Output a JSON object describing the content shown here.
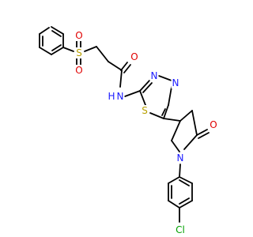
{
  "molecule": {
    "atoms": [
      {
        "id": "S_sulfonyl",
        "label": "S",
        "color": "#b8a000"
      },
      {
        "id": "O_sulfonyl_top",
        "label": "O",
        "color": "#e00000"
      },
      {
        "id": "O_sulfonyl_bottom",
        "label": "O",
        "color": "#e00000"
      },
      {
        "id": "O_amide",
        "label": "O",
        "color": "#e00000"
      },
      {
        "id": "N_amide",
        "label": "N",
        "color": "#1a1aff"
      },
      {
        "id": "H_amide",
        "label": "H",
        "color": "#1a1aff"
      },
      {
        "id": "N_thiadiazole_1",
        "label": "N",
        "color": "#1a1aff"
      },
      {
        "id": "N_thiadiazole_2",
        "label": "N",
        "color": "#1a1aff"
      },
      {
        "id": "S_thiadiazole",
        "label": "S",
        "color": "#b8a000"
      },
      {
        "id": "O_lactam",
        "label": "O",
        "color": "#e00000"
      },
      {
        "id": "N_pyrrolidine",
        "label": "N",
        "color": "#1a1aff"
      },
      {
        "id": "Cl",
        "label": "Cl",
        "color": "#00a000"
      }
    ]
  }
}
